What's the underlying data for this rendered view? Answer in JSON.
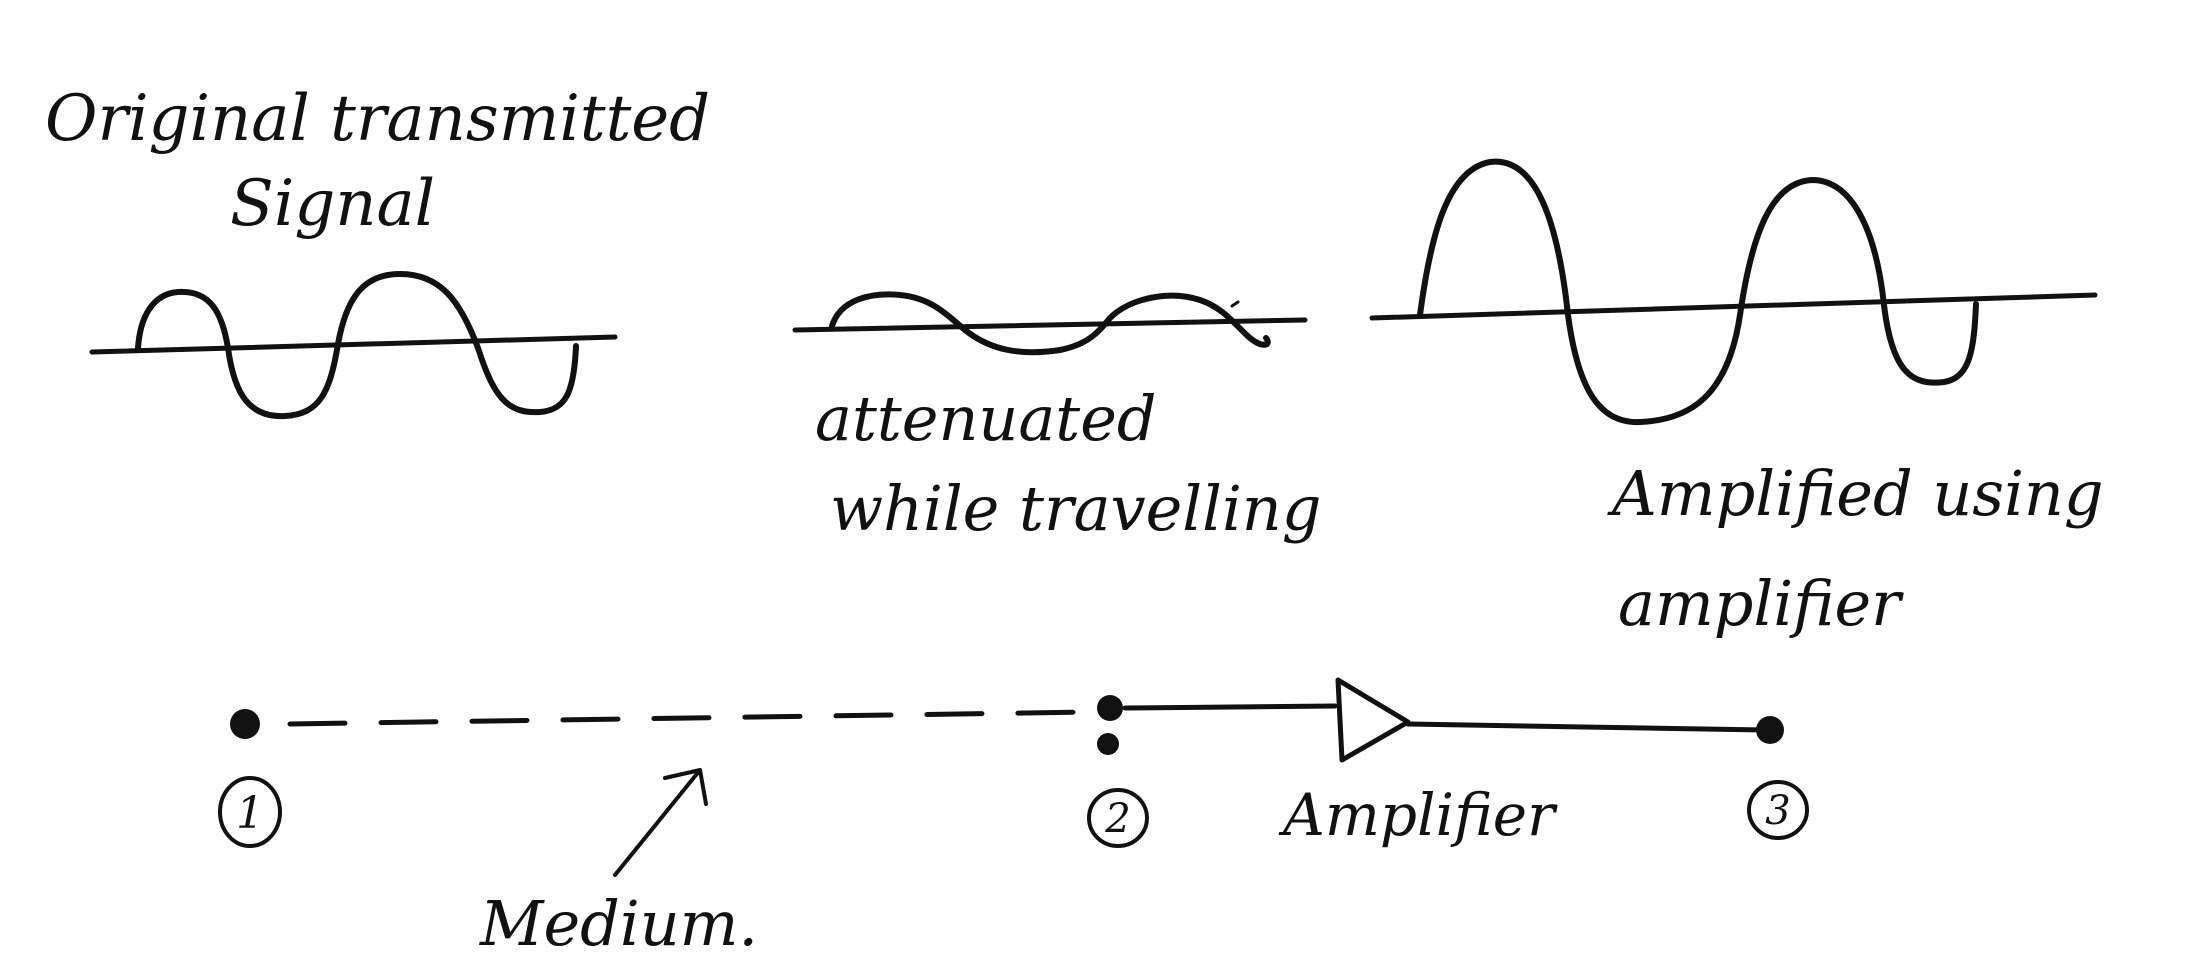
{
  "labels": {
    "original_line1": "Original transmitted",
    "original_line2": "Signal",
    "attenuated_line1": "attenuated",
    "attenuated_line2": "while travelling",
    "amplified_line1": "Amplified using",
    "amplified_line2": "amplifier",
    "medium": "Medium.",
    "amplifier": "Amplifier"
  },
  "nodes": [
    "1",
    "2",
    "3"
  ],
  "signals": {
    "original": {
      "cycles": 2,
      "relative_amplitude": "medium"
    },
    "attenuated": {
      "cycles": 2,
      "relative_amplitude": "small"
    },
    "amplified": {
      "cycles": 2,
      "relative_amplitude": "large"
    }
  },
  "link": {
    "segment_1_to_2": "dashed",
    "segment_2_to_3": "solid",
    "component": "amplifier-triangle"
  },
  "colors": {
    "ink": "#111111",
    "background": "#ffffff"
  }
}
